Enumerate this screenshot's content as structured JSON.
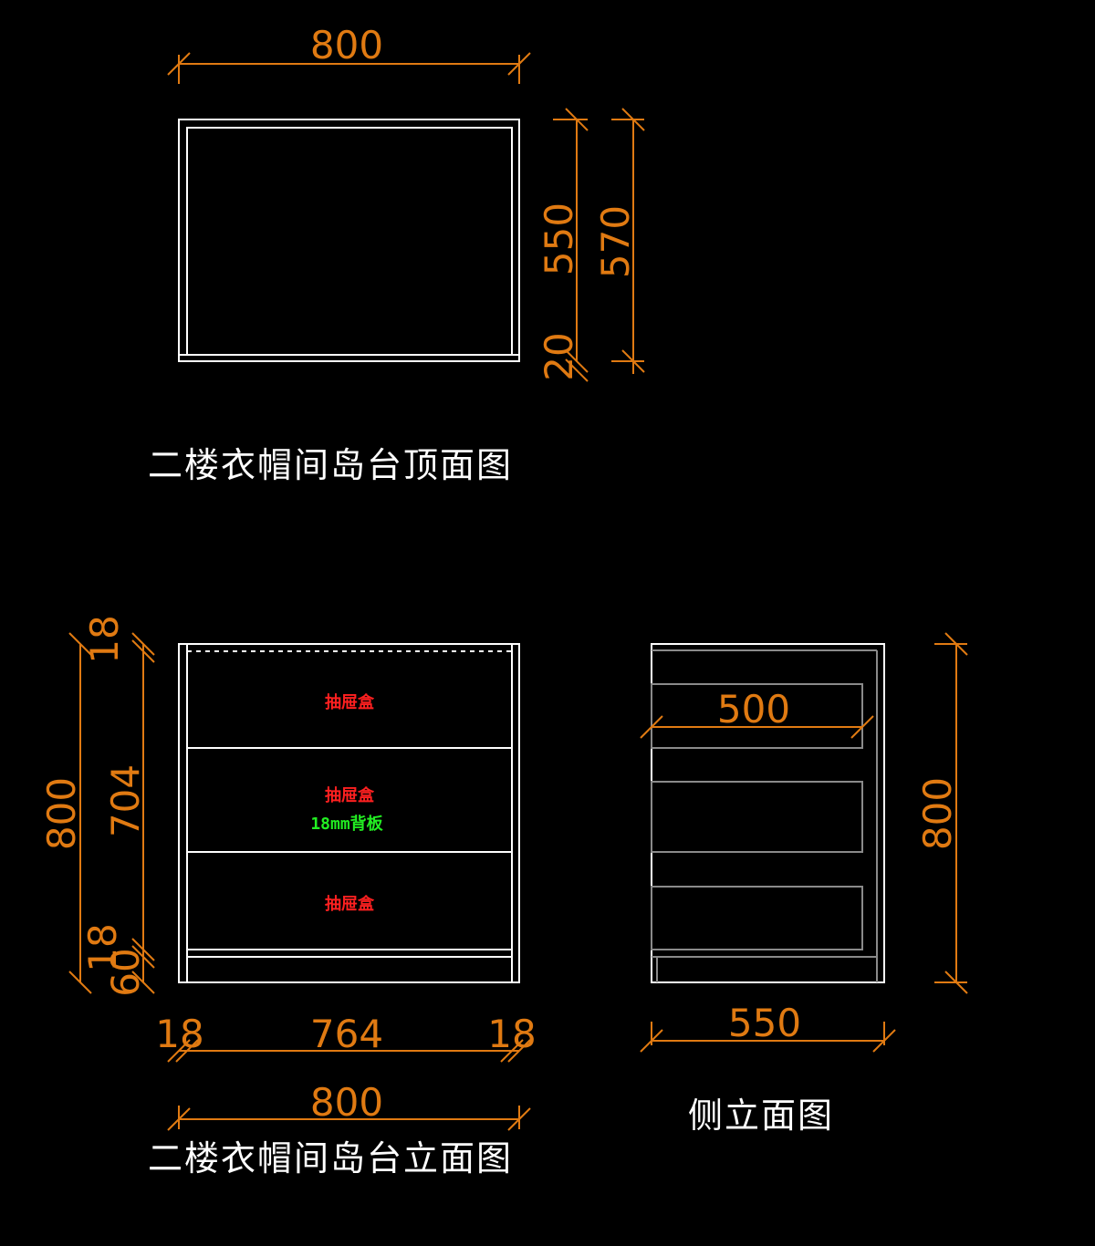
{
  "colors": {
    "background": "#000000",
    "outline": "#ffffff",
    "dimension": "#e07a12",
    "inner_line": "#8a8a8a",
    "note_red": "#ff2020",
    "note_green": "#22ee22"
  },
  "top_view": {
    "title": "二楼衣帽间岛台顶面图",
    "dim_width": "800",
    "dim_depth_inner": "550",
    "dim_depth_outer": "570",
    "dim_front": "20"
  },
  "front_view": {
    "title": "二楼衣帽间岛台立面图",
    "drawer_label": "抽屉盒",
    "back_panel_label": "18mm背板",
    "dim_overall_height": "800",
    "dim_inner_height": "704",
    "dim_top_board": "18",
    "dim_bottom_board": "18",
    "dim_plinth": "60",
    "dim_left_side": "18",
    "dim_inner_width": "764",
    "dim_right_side": "18",
    "dim_overall_width": "800"
  },
  "side_view": {
    "title": "侧立面图",
    "dim_drawer_depth": "500",
    "dim_height": "800",
    "dim_depth": "550"
  }
}
